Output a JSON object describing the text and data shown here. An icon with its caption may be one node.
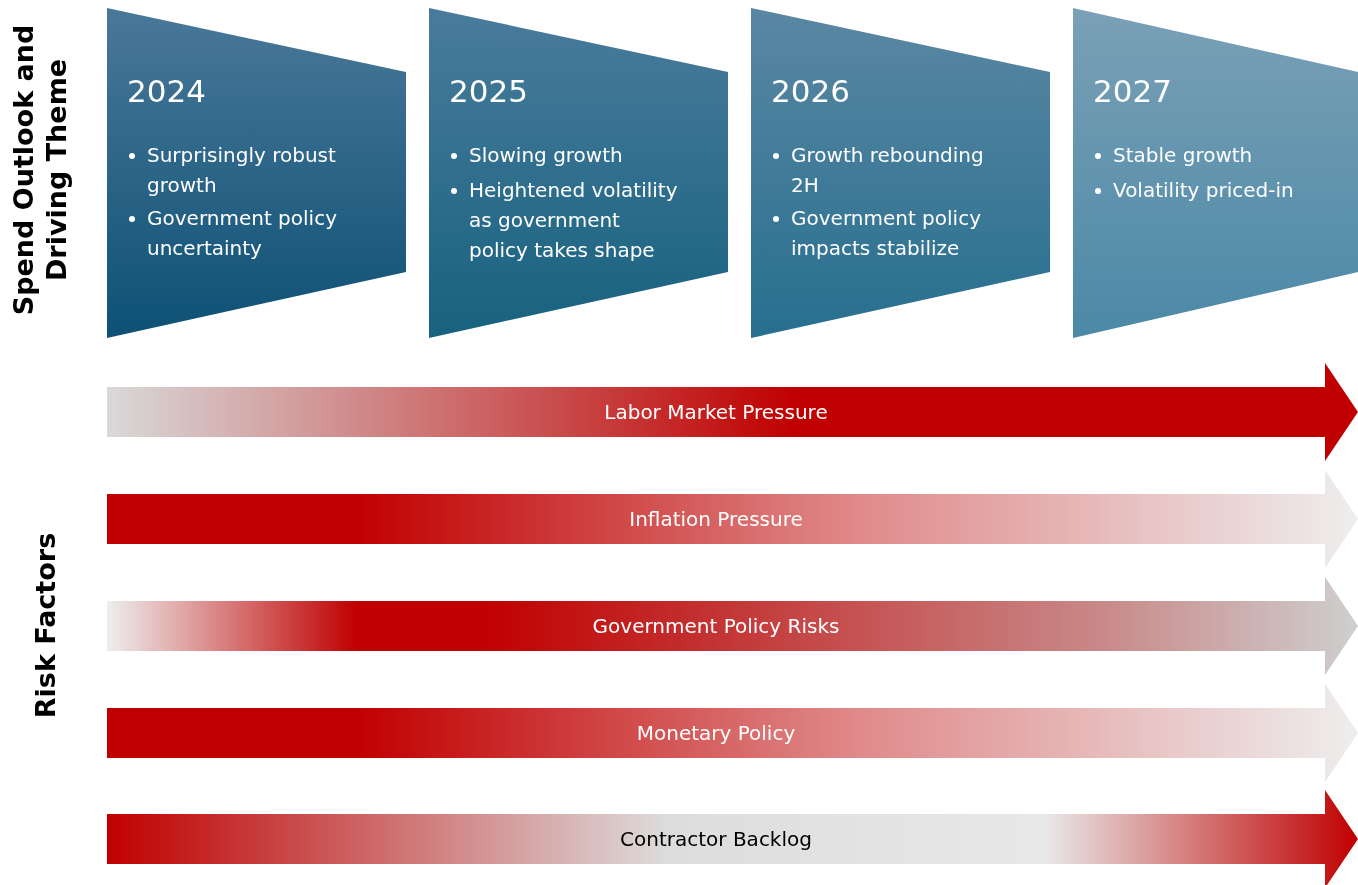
{
  "diagram": {
    "nodes": [
      {
        "text": [
          "2024",
          "Surprisingly robust growth",
          "Government policy uncertainty"
        ]
      },
      {
        "text": [
          "2025",
          "Slowing growth",
          "Heightened volatility as government policy takes shape"
        ]
      },
      {
        "text": [
          "2026",
          "Growth rebounding 2H",
          "Government policy impacts stabilize"
        ]
      },
      {
        "text": [
          "2027",
          "Stable growth",
          "Volatility priced-in"
        ]
      },
      {
        "text": [
          "Labor Market Pressure"
        ]
      },
      {
        "text": [
          "Inflation Pressure"
        ]
      },
      {
        "text": [
          "Government Policy Risks"
        ]
      },
      {
        "text": [
          "Monetary Policy"
        ]
      },
      {
        "text": [
          "Contractor Backlog"
        ]
      }
    ],
    "labels": [
      "Spend Outlook and Driving Theme",
      "Risk Factors"
    ]
  }
}
